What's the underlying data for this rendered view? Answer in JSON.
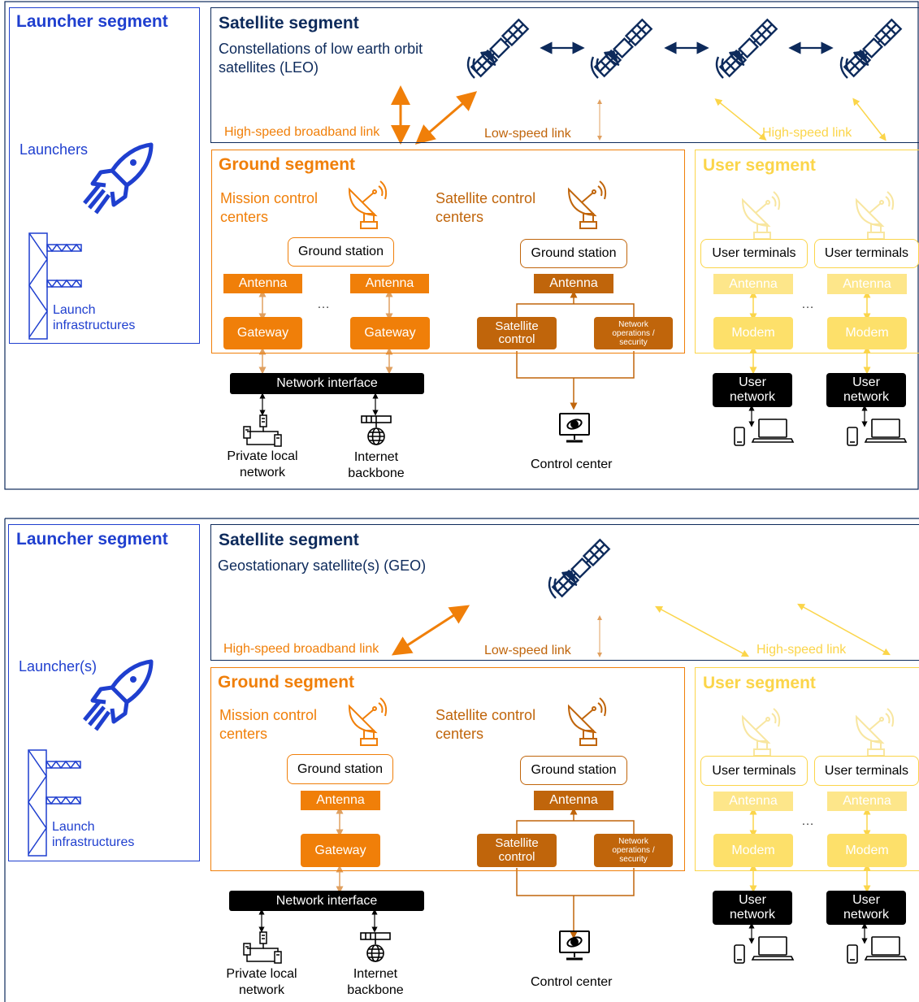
{
  "colors": {
    "launcher_blue": "#1f3fcf",
    "satellite_navy": "#0d2a5b",
    "ground_orange": "#f07f09",
    "ground_dark_orange": "#c0650b",
    "user_yellow": "#fbd54a",
    "black": "#000000"
  },
  "diagrams": [
    {
      "launcher": {
        "title": "Launcher segment",
        "launchers_label": "Launchers",
        "infra_label": "Launch\ninfrastructures"
      },
      "satellite": {
        "title": "Satellite segment",
        "subtitle": "Constellations of low earth orbit\nsatellites (LEO)",
        "sat_count": 4
      },
      "links": {
        "high_speed_broadband": "High-speed broadband link",
        "low_speed": "Low-speed link",
        "high_speed_user": "High-speed link"
      },
      "ground": {
        "title": "Ground segment",
        "mission": "Mission control\ncenters",
        "satctl": "Satellite control\ncenters",
        "gs_mission": "Ground station",
        "gs_satctl": "Ground station",
        "antenna_a": "Antenna",
        "antenna_b": "Antenna",
        "antenna_c": "Antenna",
        "gateway_a": "Gateway",
        "gateway_b": "Gateway",
        "sat_control": "Satellite\ncontrol",
        "netops": "Network\noperations /\nsecurity",
        "ellipsis": "…"
      },
      "network_interface": "Network interface",
      "private_network": "Private local\nnetwork",
      "internet": "Internet\nbackbone",
      "control_center": "Control center",
      "user": {
        "title": "User segment",
        "terminal_1": "User terminals",
        "terminal_2": "User terminals",
        "antenna_1": "Antenna",
        "antenna_2": "Antenna",
        "modem_1": "Modem",
        "modem_2": "Modem",
        "network_1": "User\nnetwork",
        "network_2": "User\nnetwork",
        "ellipsis": "…"
      }
    },
    {
      "launcher": {
        "title": "Launcher segment",
        "launchers_label": "Launcher(s)",
        "infra_label": "Launch\ninfrastructures"
      },
      "satellite": {
        "title": "Satellite segment",
        "subtitle": "Geostationary satellite(s) (GEO)",
        "sat_count": 1
      },
      "links": {
        "high_speed_broadband": "High-speed broadband link",
        "low_speed": "Low-speed link",
        "high_speed_user": "High-speed link"
      },
      "ground": {
        "title": "Ground segment",
        "mission": "Mission control\ncenters",
        "satctl": "Satellite control\ncenters",
        "gs_mission": "Ground station",
        "gs_satctl": "Ground station",
        "antenna_a": "Antenna",
        "antenna_c": "Antenna",
        "gateway_a": "Gateway",
        "sat_control": "Satellite\ncontrol",
        "netops": "Network\noperations /\nsecurity"
      },
      "network_interface": "Network interface",
      "private_network": "Private local\nnetwork",
      "internet": "Internet\nbackbone",
      "control_center": "Control center",
      "user": {
        "title": "User segment",
        "terminal_1": "User terminals",
        "terminal_2": "User terminals",
        "antenna_1": "Antenna",
        "antenna_2": "Antenna",
        "modem_1": "Modem",
        "modem_2": "Modem",
        "network_1": "User\nnetwork",
        "network_2": "User\nnetwork",
        "ellipsis": "…"
      }
    }
  ]
}
